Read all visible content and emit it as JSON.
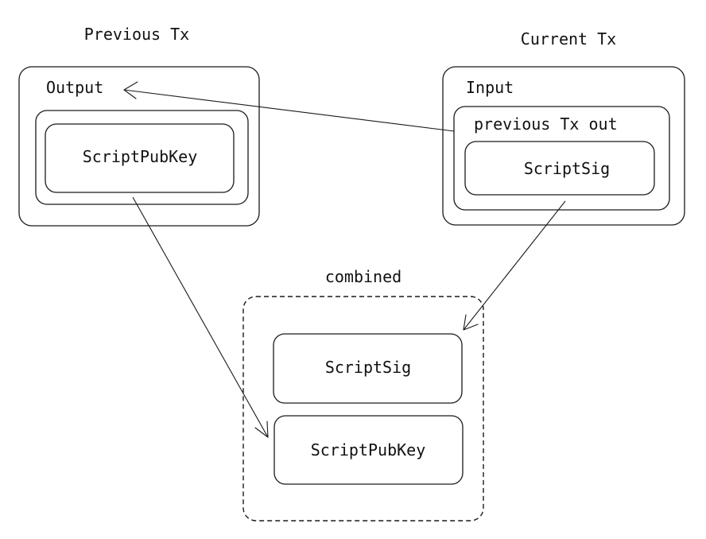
{
  "previous_tx": {
    "title": "Previous Tx",
    "output_label": "Output",
    "script_pub_key_label": "ScriptPubKey"
  },
  "current_tx": {
    "title": "Current Tx",
    "input_label": "Input",
    "previous_tx_out_label": "previous Tx out",
    "script_sig_label": "ScriptSig"
  },
  "combined": {
    "title": "combined",
    "script_sig_label": "ScriptSig",
    "script_pub_key_label": "ScriptPubKey"
  },
  "colors": {
    "stroke": "#1a1a1a",
    "background": "#ffffff"
  }
}
